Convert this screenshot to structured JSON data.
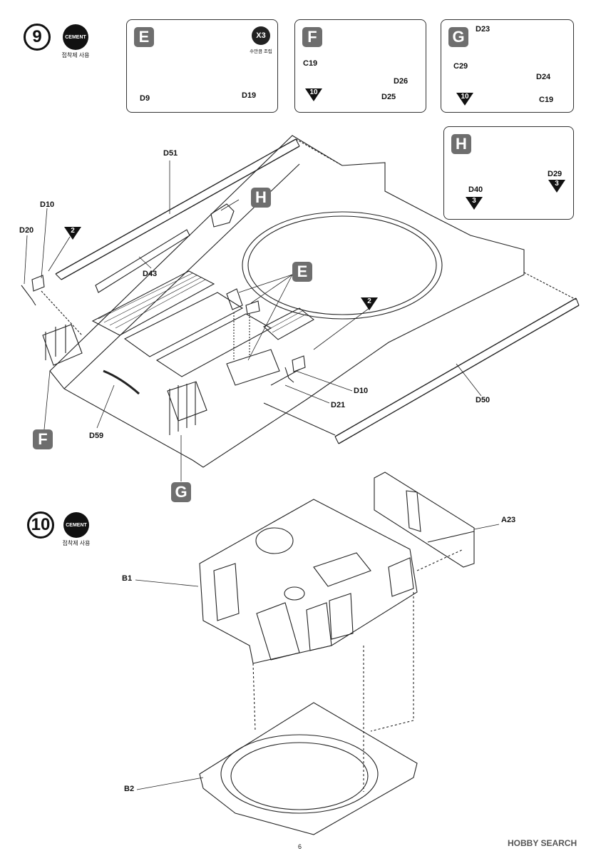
{
  "steps": {
    "step9": {
      "number": "9",
      "cement_badge": "CEMENT",
      "cement_note": "접착제 사용"
    },
    "step10": {
      "number": "10",
      "cement_badge": "CEMENT",
      "cement_note": "접착제 사용"
    }
  },
  "subassemblies": {
    "E": {
      "letter": "E",
      "repeat_badge": "X3",
      "repeat_note": "수만큼 조립",
      "parts": [
        "D9",
        "D19"
      ]
    },
    "F": {
      "letter": "F",
      "parts": [
        "C19",
        "D26",
        "D25"
      ],
      "ref_step": "10"
    },
    "G": {
      "letter": "G",
      "parts": [
        "D23",
        "C29",
        "D24",
        "C19"
      ],
      "ref_step": "10"
    },
    "H": {
      "letter": "H",
      "parts": [
        "D40",
        "D29"
      ],
      "ref_step_d40": "3",
      "ref_step_d29": "3"
    }
  },
  "step9_labels": {
    "D51": "D51",
    "D10_left": "D10",
    "D20": "D20",
    "D43": "D43",
    "D10_right": "D10",
    "D21": "D21",
    "D50": "D50",
    "D59": "D59",
    "ref_left": "2",
    "ref_right": "2",
    "callout_H": "H",
    "callout_E": "E",
    "callout_F": "F",
    "callout_G": "G"
  },
  "step10_labels": {
    "A23": "A23",
    "B1": "B1",
    "B2": "B2"
  },
  "footer": {
    "page_number": "6",
    "watermark": "HOBBY SEARCH"
  }
}
